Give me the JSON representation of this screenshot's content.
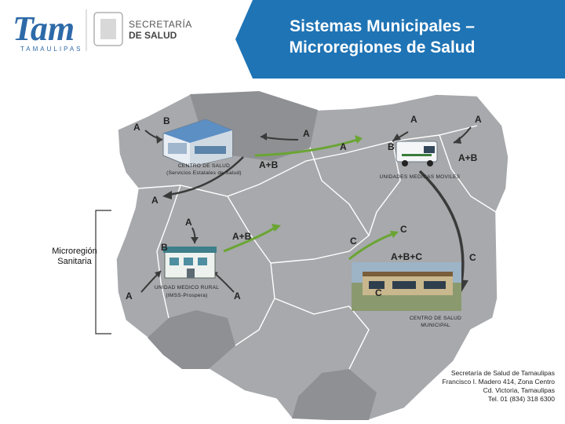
{
  "header": {
    "logo_text": "Tam",
    "state_text": "TAMAULIPAS",
    "secretaria_line1": "SECRETARÍA",
    "secretaria_line2": "DE SALUD",
    "title_line1": "Sistemas Municipales –",
    "title_line2": "Microregiones de Salud"
  },
  "colors": {
    "title_bg": "#1f74b5",
    "map_gray": "#a7a9ac",
    "region_dark": "#8e9093",
    "arrow_green": "#6aa533",
    "arrow_dark": "#3a3a3a",
    "brand_blue": "#2d6aa8"
  },
  "labels": {
    "a": "A",
    "b": "B",
    "c": "C",
    "ab": "A+B",
    "abc": "A+B+C"
  },
  "facilities": {
    "centro_estatal_line1": "CENTRO DE SALUD",
    "centro_estatal_line2": "(Servicios Estatales de Salud)",
    "unidades_moviles": "UNIDADES MEDICAS MOVILES",
    "unidad_rural_line1": "UNIDAD MEDICO RURAL",
    "unidad_rural_line2": "(IMSS-Prospera)",
    "centro_municipal_line1": "CENTRO DE SALUD",
    "centro_municipal_line2": "MUNICIPAL"
  },
  "side": {
    "line1": "Microregión",
    "line2": "Sanitaria"
  },
  "contact": {
    "line1": "Secretaría de Salud de Tamaulipas",
    "line2": "Francisco I. Madero 414, Zona Centro",
    "line3": "Cd. Victoria, Tamaulipas",
    "line4": "Tel. 01 (834) 318 6300"
  }
}
